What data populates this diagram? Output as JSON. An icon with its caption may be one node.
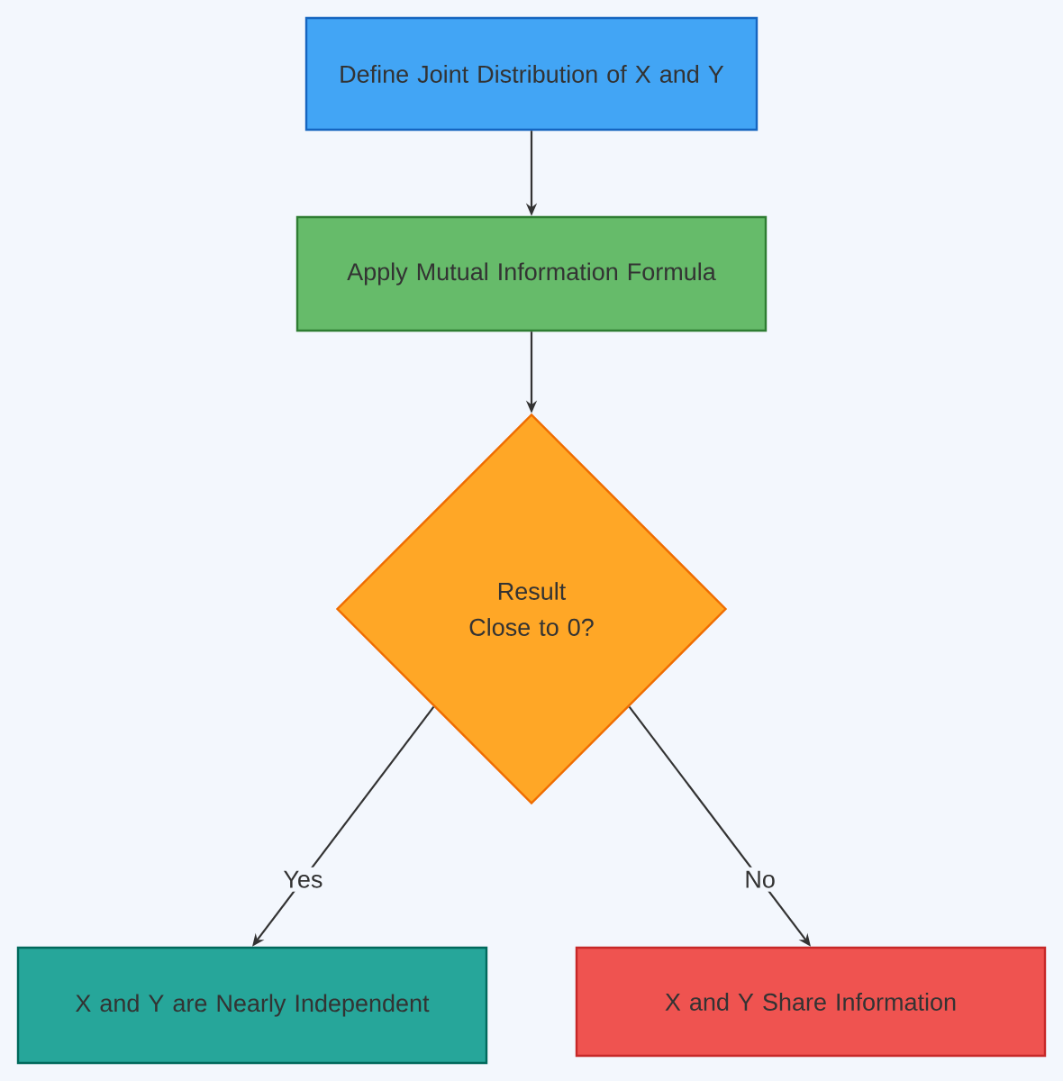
{
  "diagram": {
    "nodes": [
      {
        "text": [
          "Define Joint Distribution of X and Y"
        ]
      },
      {
        "text": [
          "Apply Mutual Information Formula"
        ]
      },
      {
        "text": [
          "Result Close to 0?"
        ]
      },
      {
        "text": [
          "X and Y are Nearly Independent"
        ]
      },
      {
        "text": [
          "X and Y Share Information"
        ]
      }
    ],
    "edges": [
      {
        "from": 0,
        "to": 1,
        "arrow": "to"
      },
      {
        "from": 1,
        "to": 2,
        "arrow": "to"
      },
      {
        "from": 2,
        "to": 3,
        "arrow": "to",
        "label": "Yes"
      },
      {
        "from": 2,
        "to": 4,
        "arrow": "to",
        "label": "No"
      }
    ]
  }
}
